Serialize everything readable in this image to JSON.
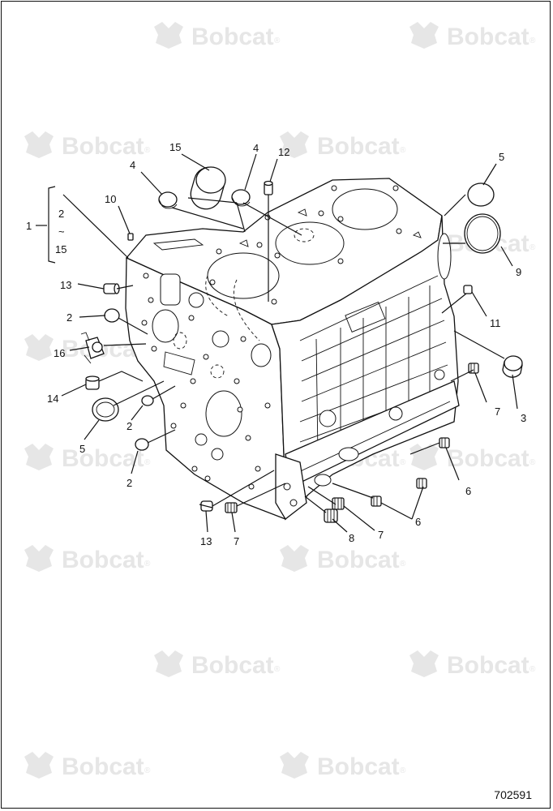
{
  "watermark": {
    "text": "Bobcat",
    "reg_mark": "®",
    "icon": "bobcat-head-logo-icon",
    "color": "#e6e6e6"
  },
  "drawing_number": "702591",
  "callouts": [
    {
      "id": "c1",
      "label": "1"
    },
    {
      "id": "c2a",
      "label": "2"
    },
    {
      "id": "c2range",
      "label": "2"
    },
    {
      "id": "c2b",
      "label": "2"
    },
    {
      "id": "c2c",
      "label": "2"
    },
    {
      "id": "c3",
      "label": "3"
    },
    {
      "id": "c4a",
      "label": "4"
    },
    {
      "id": "c4b",
      "label": "4"
    },
    {
      "id": "c5a",
      "label": "5"
    },
    {
      "id": "c5b",
      "label": "5"
    },
    {
      "id": "c6a",
      "label": "6"
    },
    {
      "id": "c6b",
      "label": "6"
    },
    {
      "id": "c7a",
      "label": "7"
    },
    {
      "id": "c7b",
      "label": "7"
    },
    {
      "id": "c7c",
      "label": "7"
    },
    {
      "id": "c8",
      "label": "8"
    },
    {
      "id": "c9",
      "label": "9"
    },
    {
      "id": "c10",
      "label": "10"
    },
    {
      "id": "c11",
      "label": "11"
    },
    {
      "id": "c12",
      "label": "12"
    },
    {
      "id": "c13a",
      "label": "13"
    },
    {
      "id": "c13b",
      "label": "13"
    },
    {
      "id": "c14",
      "label": "14"
    },
    {
      "id": "c15a",
      "label": "15"
    },
    {
      "id": "c15range",
      "label": "15"
    },
    {
      "id": "c16",
      "label": "16"
    },
    {
      "id": "tilde",
      "label": "~"
    }
  ]
}
